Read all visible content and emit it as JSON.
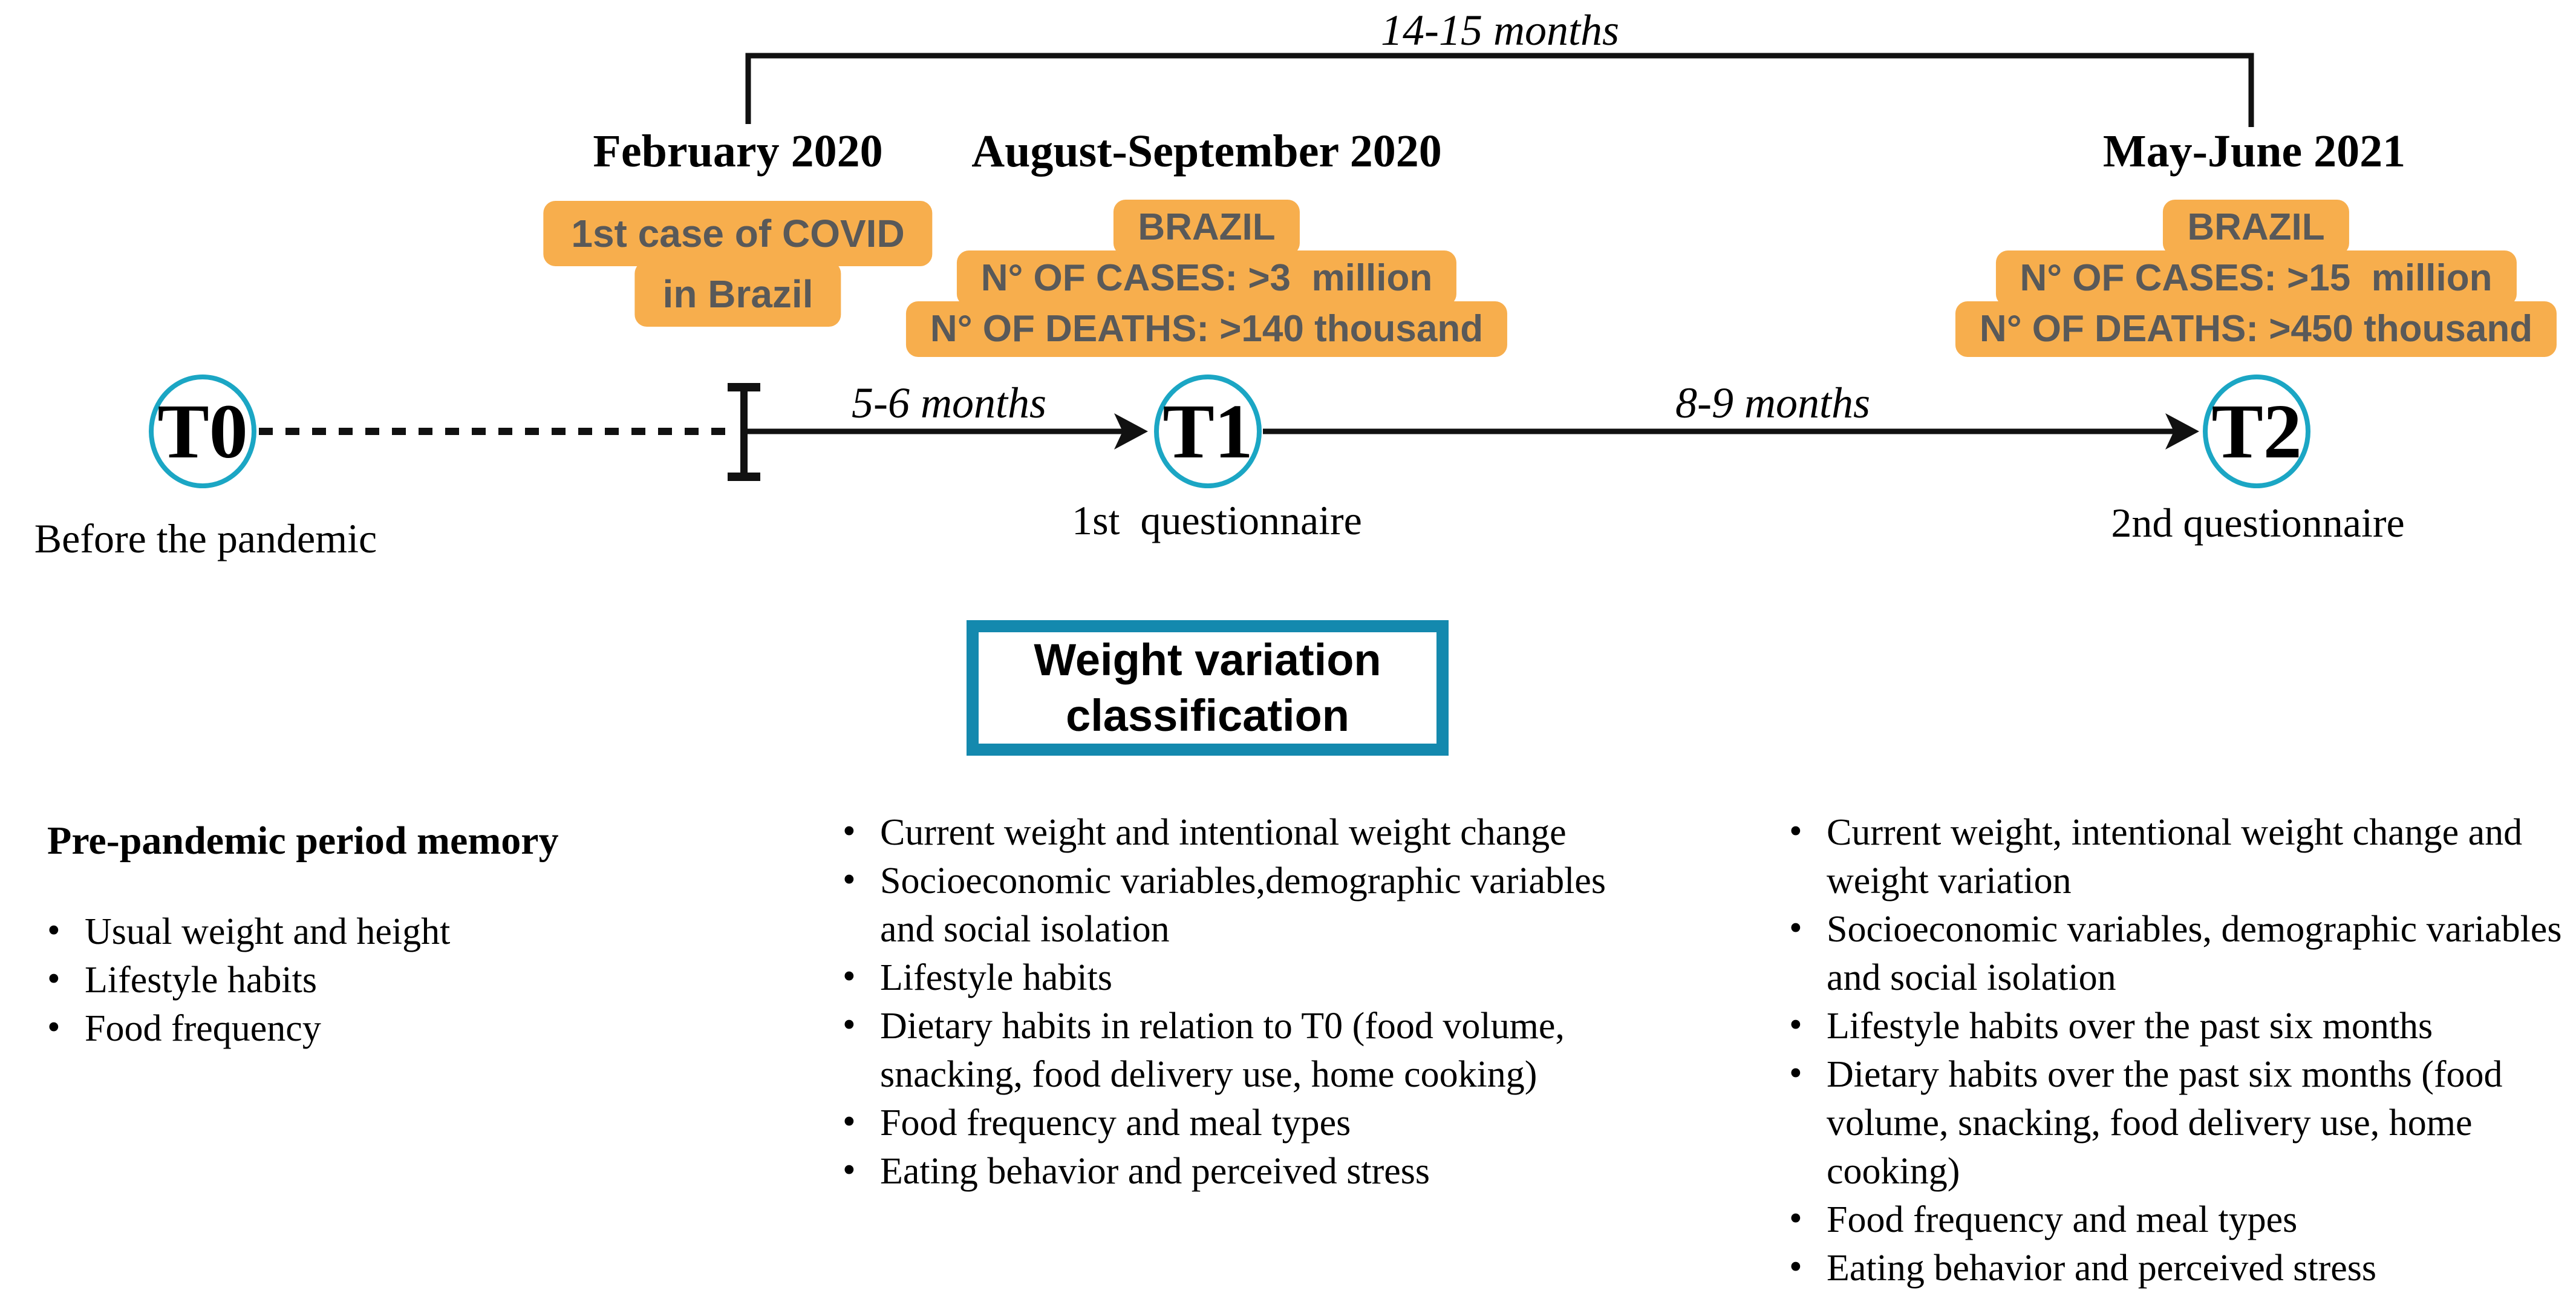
{
  "colors": {
    "highlight": "#F7AE4D",
    "highlight_text": "#595959",
    "timeline_teal": "#1BA6C4",
    "box_border_teal": "#1489AE",
    "line_black": "#111111"
  },
  "bracket": {
    "label": "14-15 months"
  },
  "milestones": [
    {
      "date": "February 2020",
      "lines": [
        "1st case of COVID",
        "in Brazil"
      ]
    },
    {
      "date": "August-September 2020",
      "lines": [
        "BRAZIL",
        "N° OF CASES: >3  million",
        "N° OF DEATHS: >140 thousand"
      ]
    },
    {
      "date": "May-June 2021",
      "lines": [
        "BRAZIL",
        "N° OF CASES: >15  million",
        "N° OF DEATHS: >450 thousand"
      ]
    }
  ],
  "timeline": {
    "points": [
      {
        "label": "T0",
        "caption": "Before the pandemic"
      },
      {
        "label": "T1",
        "caption": "1st  questionnaire"
      },
      {
        "label": "T2",
        "caption": "2nd questionnaire"
      }
    ],
    "segments": [
      {
        "label": "5-6 months"
      },
      {
        "label": "8-9 months"
      }
    ]
  },
  "classification_box": {
    "line1": "Weight variation",
    "line2": "classification"
  },
  "lists": {
    "t0": {
      "heading": "Pre-pandemic period memory",
      "items": [
        "Usual weight and height",
        "Lifestyle habits",
        "Food frequency"
      ]
    },
    "t1": {
      "items": [
        "Current weight and intentional weight change",
        "Socioeconomic variables,demographic variables and social isolation",
        "Lifestyle habits",
        "Dietary habits in relation to T0 (food volume, snacking, food delivery use, home cooking)",
        "Food frequency and meal types",
        "Eating behavior and perceived stress"
      ]
    },
    "t2": {
      "items": [
        "Current weight, intentional weight change and weight variation",
        "Socioeconomic variables, demographic variables and social isolation",
        "Lifestyle habits over the past six months",
        "Dietary habits over the past six months (food volume, snacking, food delivery use, home cooking)",
        "Food frequency and meal types",
        "Eating behavior and perceived stress"
      ]
    }
  }
}
